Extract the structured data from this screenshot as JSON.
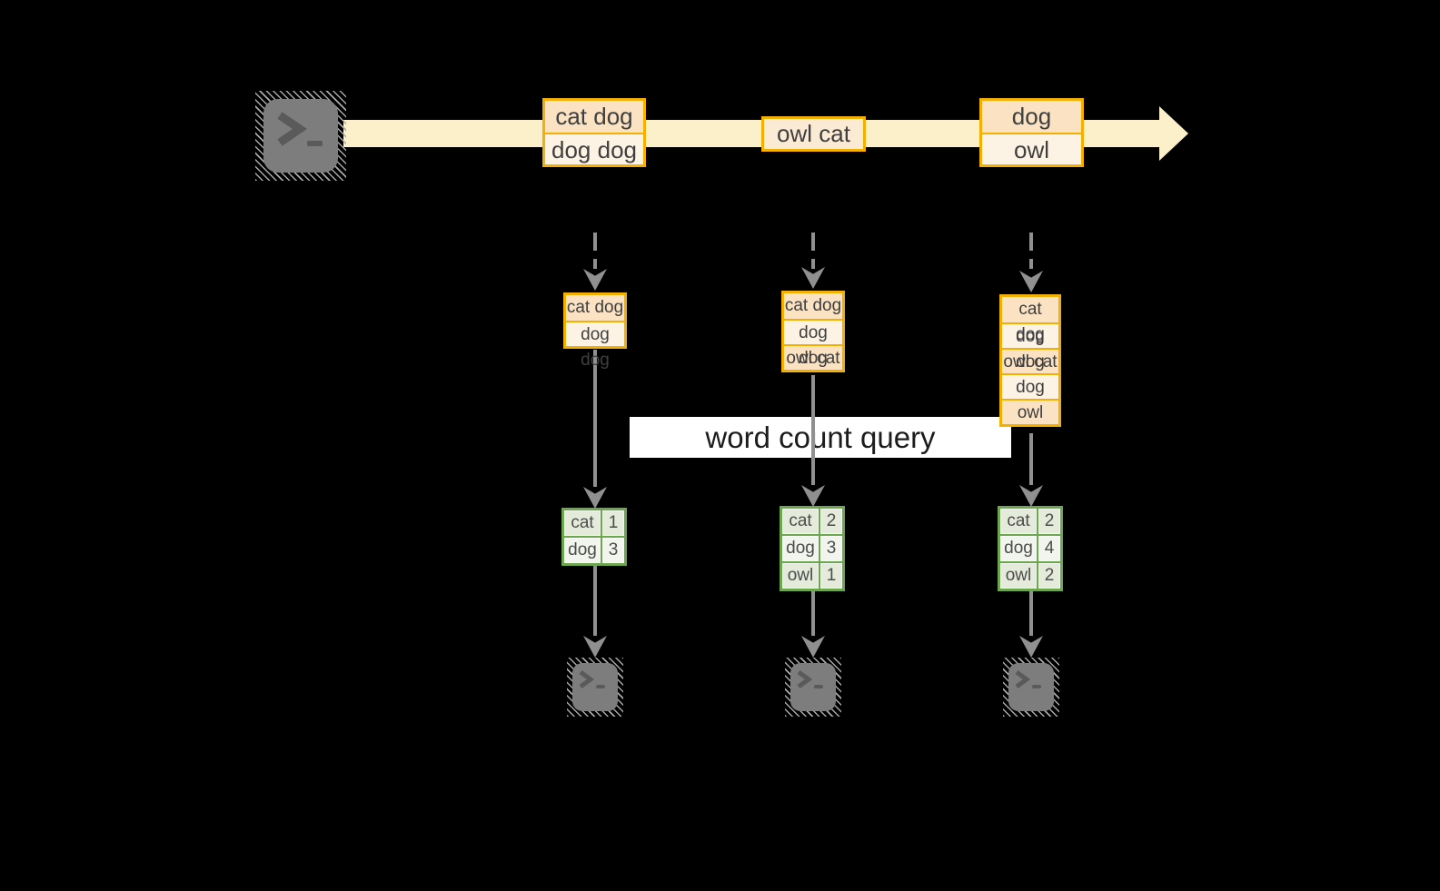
{
  "query_label": "word count query",
  "stream_events": [
    {
      "rows": [
        "cat dog",
        "dog dog"
      ]
    },
    {
      "rows": [
        "owl cat"
      ]
    },
    {
      "rows": [
        "dog",
        "owl"
      ]
    }
  ],
  "columns": [
    {
      "input_rows": [
        "cat dog",
        "dog dog"
      ],
      "counts": [
        {
          "word": "cat",
          "count": "1"
        },
        {
          "word": "dog",
          "count": "3"
        }
      ]
    },
    {
      "input_rows": [
        "cat dog",
        "dog dog",
        "owl cat"
      ],
      "counts": [
        {
          "word": "cat",
          "count": "2"
        },
        {
          "word": "dog",
          "count": "3"
        },
        {
          "word": "owl",
          "count": "1"
        }
      ]
    },
    {
      "input_rows": [
        "cat dog",
        "dog dog",
        "owl cat",
        "dog",
        "owl"
      ],
      "counts": [
        {
          "word": "cat",
          "count": "2"
        },
        {
          "word": "dog",
          "count": "4"
        },
        {
          "word": "owl",
          "count": "2"
        }
      ]
    }
  ],
  "icons": {
    "source": "terminal-icon",
    "sinks": [
      "terminal-icon",
      "terminal-icon",
      "terminal-icon"
    ]
  },
  "colors": {
    "background": "#000000",
    "stream_band": "#fbf0ca",
    "event_border": "#f3b000",
    "event_fill_dark": "#fae2c2",
    "event_fill_light": "#fdf3e4",
    "event_fill_mid": "#fbebd4",
    "table_border": "#6ca64f",
    "table_fill_dark": "#e5ebdb",
    "table_fill_light": "#f2f5ee",
    "arrow_gray": "#909090",
    "terminal_gray": "#7d7d7d",
    "query_label_bg": "#ffffff"
  }
}
